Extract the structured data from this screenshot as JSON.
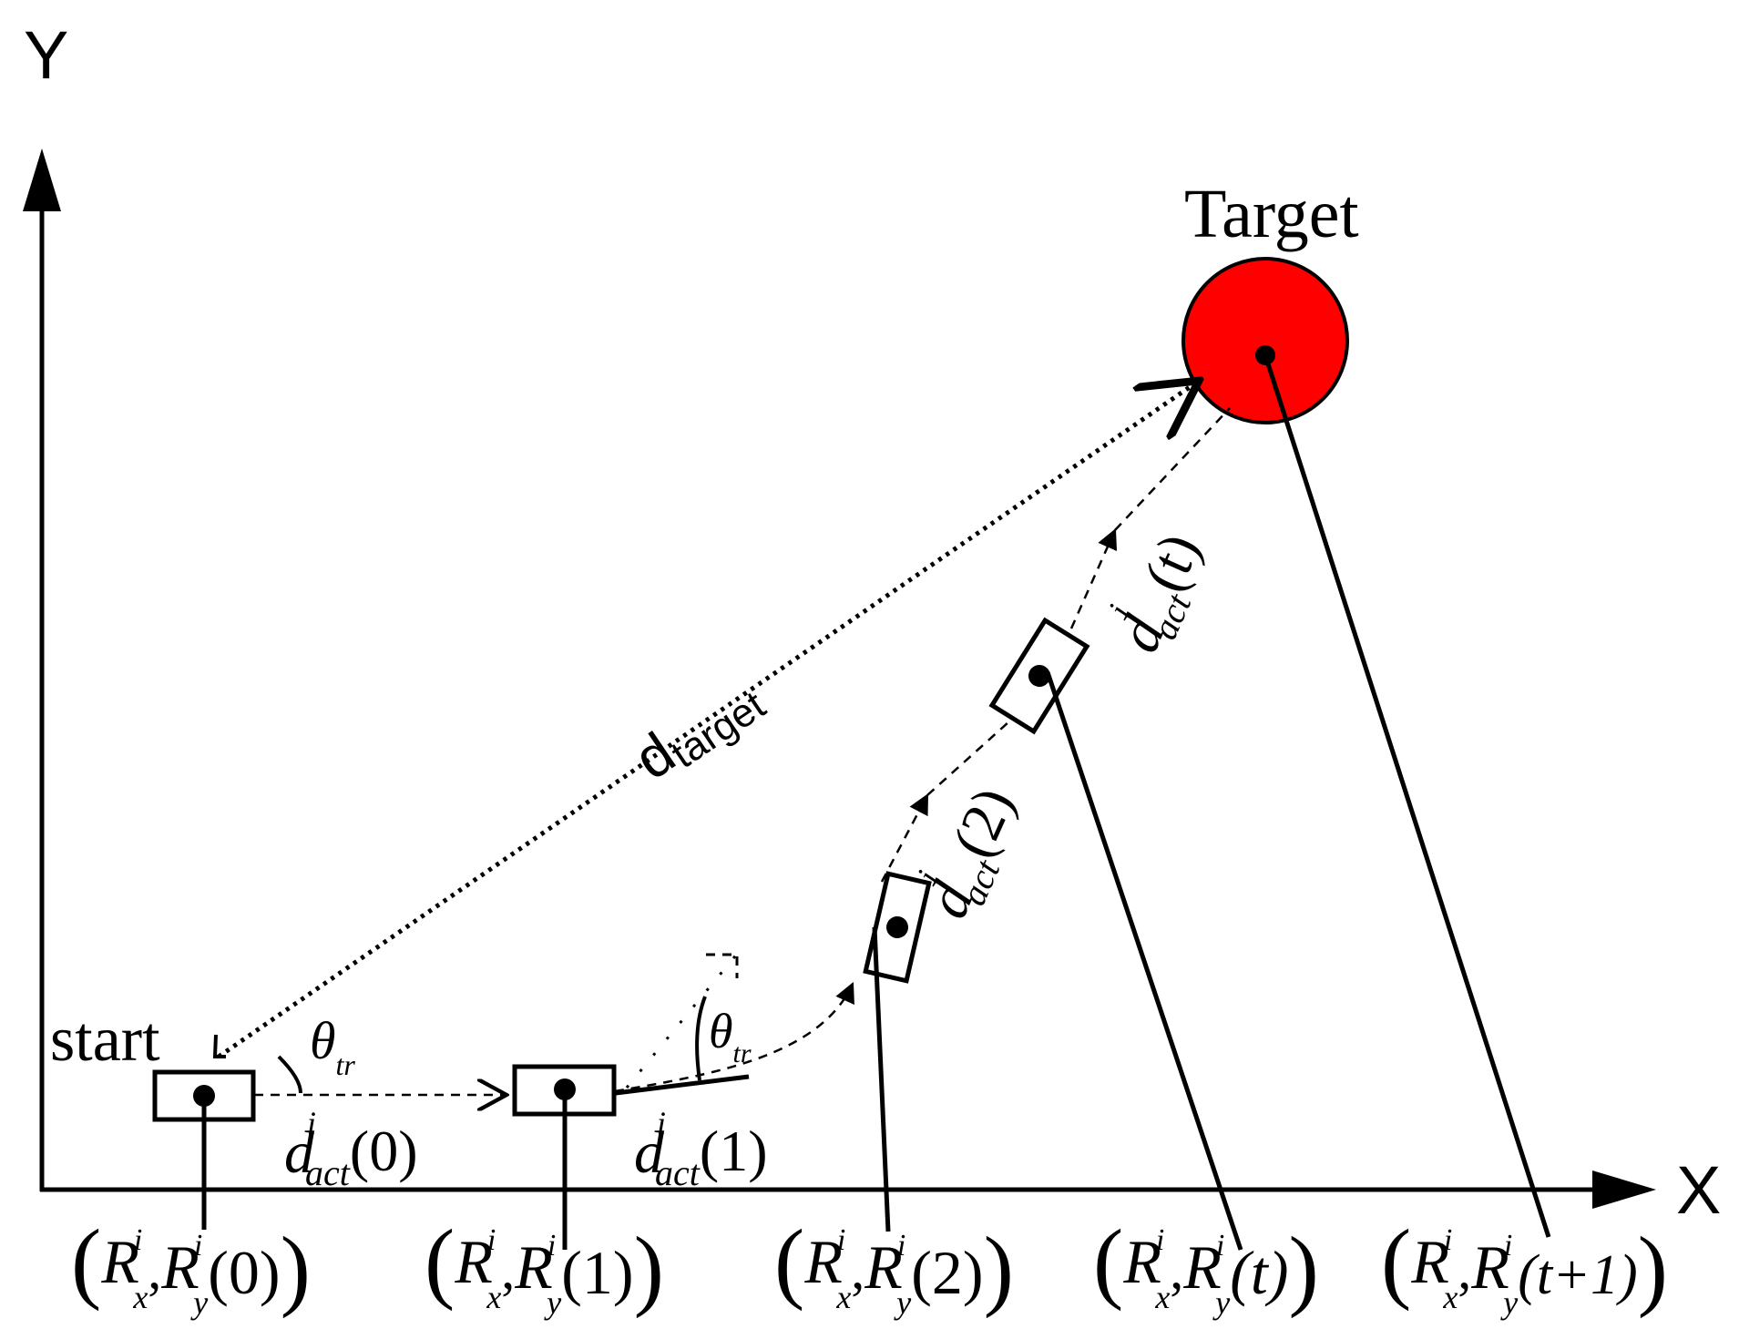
{
  "axes": {
    "y_label": "Y",
    "x_label": "X"
  },
  "target": {
    "label": "Target",
    "color": "#ff0000"
  },
  "start_label": "start",
  "angle": {
    "symbol": "θ",
    "sub": "tr"
  },
  "d_target": {
    "base": "d",
    "sub": "target"
  },
  "step_label": {
    "base": "d",
    "sup": "i",
    "sub": "act"
  },
  "steps": [
    "(0)",
    "(1)",
    "(2)",
    "(t)"
  ],
  "coordinates": [
    {
      "rx": "R",
      "ry": "R",
      "sup": "i",
      "x_sub": "x",
      "y_sub": "y",
      "step": "(0)"
    },
    {
      "rx": "R",
      "ry": "R",
      "sup": "i",
      "x_sub": "x",
      "y_sub": "y",
      "step": "(1)"
    },
    {
      "rx": "R",
      "ry": "R",
      "sup": "i",
      "x_sub": "x",
      "y_sub": "y",
      "step": "(2)"
    },
    {
      "rx": "R",
      "ry": "R",
      "sup": "i",
      "x_sub": "x",
      "y_sub": "y",
      "step": "(t)"
    },
    {
      "rx": "R",
      "ry": "R",
      "sup": "i",
      "x_sub": "x",
      "y_sub": "y",
      "step": "(t+1)"
    }
  ]
}
